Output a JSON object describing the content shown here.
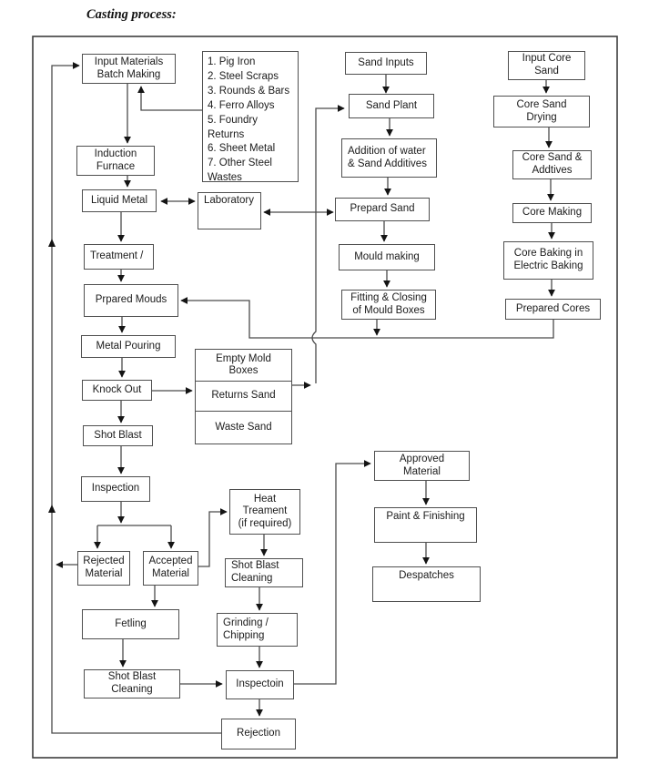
{
  "title": "Casting process:",
  "diagram": {
    "nodes": {
      "input_materials": "Input Materials\nBatch Making",
      "induction_furnace": "Induction\nFurnace",
      "liquid_metal": "Liquid Metal",
      "laboratory": "Laboratory",
      "treatment": "Treatment /",
      "prepared_moulds": "Prpared Mouds",
      "metal_pouring": "Metal Pouring",
      "knock_out": "Knock Out",
      "shot_blast": "Shot Blast",
      "inspection": "Inspection",
      "rejected_material": "Rejected\nMaterial",
      "accepted_material": "Accepted\nMaterial",
      "fettling": "Fetling",
      "shot_blast_cleaning_left": "Shot Blast\nCleaning",
      "heat_treatment": "Heat\nTreament\n(if required)",
      "shot_blast_cleaning_right": "Shot Blast\nCleaning",
      "grinding_chipping": "Grinding /\nChipping",
      "inspectoin": "Inspectoin",
      "rejection": "Rejection",
      "sand_inputs": "Sand Inputs",
      "sand_plant": "Sand Plant",
      "addition_water": "Addition of water\n& Sand Additives",
      "prepared_sand": "Prepard Sand",
      "mould_making": "Mould making",
      "fitting_closing": "Fitting & Closing\nof Mould Boxes",
      "input_core_sand": "Input Core\nSand",
      "core_sand_drying": "Core Sand\nDrying",
      "core_sand_additives": "Core Sand &\nAddtives",
      "core_making": "Core Making",
      "core_baking": "Core Baking in\nElectric Baking",
      "prepared_cores": "Prepared Cores",
      "approved_material": "Approved\nMaterial",
      "paint_finishing": "Paint & Finishing",
      "despatches": "Despatches"
    },
    "materials_list": {
      "items": [
        "1. Pig Iron",
        "2. Steel Scraps",
        "3. Rounds & Bars",
        "4. Ferro Alloys",
        "5. Foundry\nReturns",
        "6. Sheet Metal",
        "7. Other Steel\nWastes"
      ]
    },
    "mold_box": {
      "rows": [
        "Empty Mold\nBoxes",
        "Returns Sand",
        "Waste Sand"
      ]
    },
    "edges": [
      "materials_list -> input_materials",
      "recycle_loop -> input_materials",
      "input_materials -> induction_furnace",
      "induction_furnace -> liquid_metal",
      "liquid_metal <-> laboratory",
      "laboratory <-> prepared_sand",
      "liquid_metal -> treatment",
      "treatment -> prepared_moulds",
      "prepared_moulds -> metal_pouring",
      "metal_pouring -> knock_out",
      "knock_out -> shot_blast",
      "knock_out -> mold_box(returns_sand)",
      "mold_box(returns_sand) -> sand_plant",
      "shot_blast -> inspection",
      "inspection -> rejected_material",
      "inspection -> accepted_material",
      "rejected_material -> recycle_loop",
      "accepted_material -> fettling",
      "accepted_material -> heat_treatment",
      "heat_treatment -> shot_blast_cleaning_right",
      "shot_blast_cleaning_right -> grinding_chipping",
      "grinding_chipping -> inspectoin",
      "fettling -> shot_blast_cleaning_left",
      "shot_blast_cleaning_left -> inspectoin",
      "inspectoin -> rejection",
      "inspectoin -> approved_material",
      "rejection -> recycle_loop",
      "approved_material -> paint_finishing",
      "paint_finishing -> despatches",
      "sand_inputs -> sand_plant",
      "sand_plant -> addition_water",
      "addition_water -> prepared_sand",
      "prepared_sand -> mould_making",
      "mould_making -> fitting_closing",
      "fitting_closing -> prepared_moulds",
      "input_core_sand -> core_sand_drying",
      "core_sand_drying -> core_sand_additives",
      "core_sand_additives -> core_making",
      "core_making -> core_baking",
      "core_baking -> prepared_cores",
      "prepared_cores -> prepared_moulds"
    ]
  }
}
